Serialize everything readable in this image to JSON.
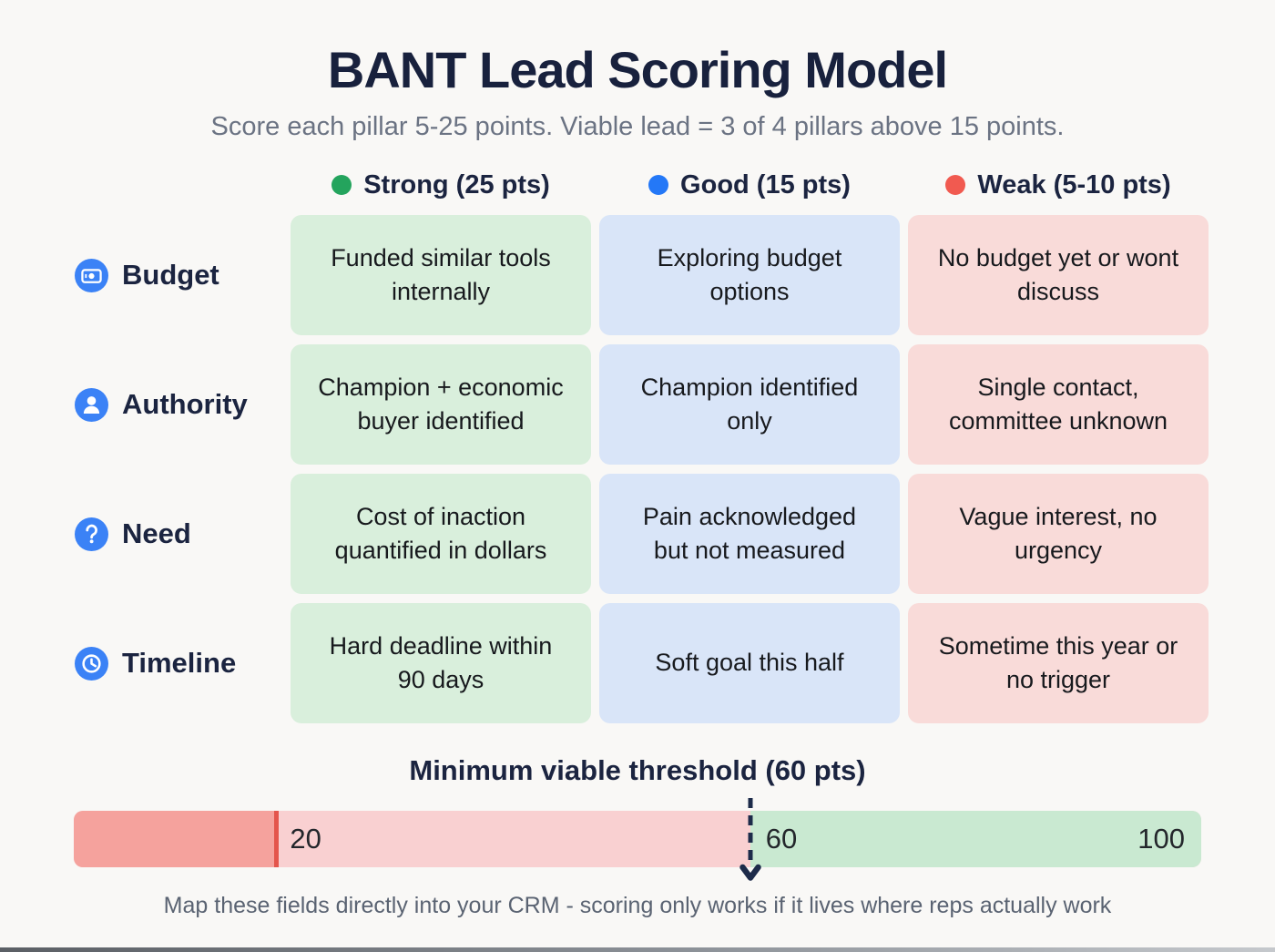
{
  "header": {
    "title": "BANT Lead Scoring Model",
    "subtitle": "Score each pillar 5-25 points. Viable lead = 3 of 4 pillars above 15 points."
  },
  "columns": [
    {
      "label": "Strong (25 pts)",
      "dot_color": "#24a45d"
    },
    {
      "label": "Good (15 pts)",
      "dot_color": "#2478f7"
    },
    {
      "label": "Weak (5-10 pts)",
      "dot_color": "#f15a50"
    }
  ],
  "rows": [
    {
      "label": "Budget",
      "icon": "banknote-icon",
      "cells": [
        "Funded similar tools internally",
        "Exploring budget options",
        "No budget yet or wont discuss"
      ]
    },
    {
      "label": "Authority",
      "icon": "person-icon",
      "cells": [
        "Champion + economic buyer identified",
        "Champion identified only",
        "Single contact, committee unknown"
      ]
    },
    {
      "label": "Need",
      "icon": "question-icon",
      "cells": [
        "Cost of inaction quantified in dollars",
        "Pain acknowledged but not measured",
        "Vague interest, no urgency"
      ]
    },
    {
      "label": "Timeline",
      "icon": "clock-icon",
      "cells": [
        "Hard deadline within 90 days",
        "Soft goal this half",
        "Sometime this year or no trigger"
      ]
    }
  ],
  "threshold": {
    "title": "Minimum viable threshold (60 pts)",
    "bar": {
      "scale_min": 0,
      "scale_max": 100,
      "threshold_value": 60,
      "divider_value": 20,
      "labels": [
        "20",
        "60",
        "100"
      ],
      "colors": {
        "low": "#f5a29d",
        "divider": "#e4554c",
        "mid": "#f9d0d1",
        "high": "#c9e9d1"
      }
    }
  },
  "footer": {
    "note": "Map these fields directly into your CRM - scoring only works if it lives where reps actually work"
  },
  "accent_colors": {
    "title_navy": "#18213d",
    "icon_blue": "#3b82f6",
    "cell_green": "#d9efdc",
    "cell_blue": "#d9e5f8",
    "cell_red": "#f9dbd9"
  }
}
